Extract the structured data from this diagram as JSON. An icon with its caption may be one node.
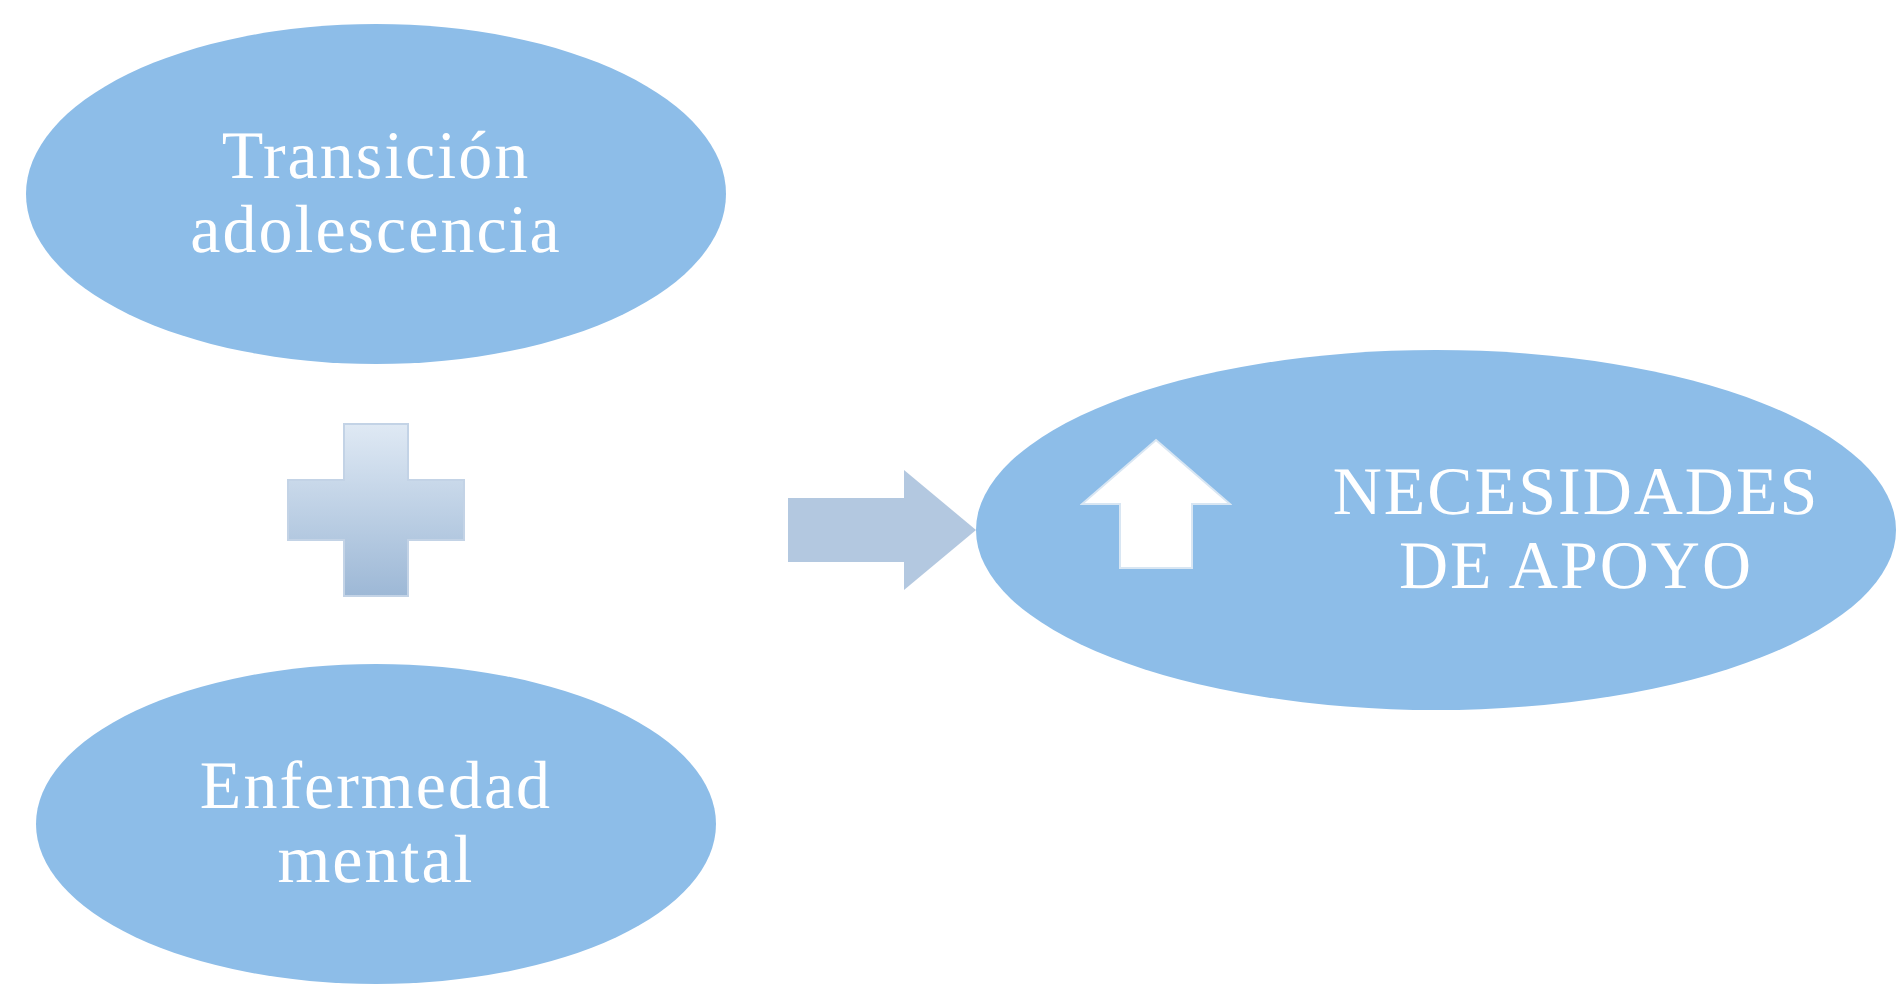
{
  "diagram": {
    "nodes": [
      {
        "text": [
          "Transición adolescencia"
        ]
      },
      {
        "text": [
          "Enfermedad mental"
        ]
      },
      {
        "text": [
          "NECESIDADES DE APOYO"
        ]
      }
    ],
    "edges": [
      {
        "from": null,
        "to": 2,
        "arrow": "to"
      }
    ]
  }
}
